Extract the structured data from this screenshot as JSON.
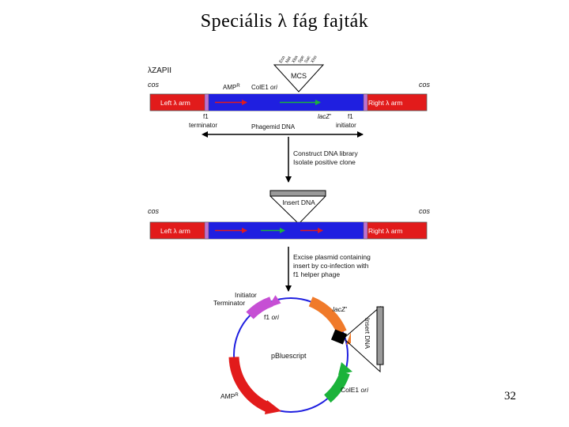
{
  "slide": {
    "title": "Speciális λ fág fajták",
    "page_number": "32"
  },
  "colors": {
    "blue": "#1f1fe0",
    "red": "#e21b1b",
    "pink": "#c070d0",
    "green": "#1bb33a",
    "orange": "#f07a2a",
    "purple": "#c64fd4",
    "grey": "#9a9a9a"
  },
  "vector": {
    "name": "λZAPII",
    "cos_left": "cos",
    "cos_right": "cos",
    "amp": "AMP",
    "amp_sup": "R",
    "cole1": "ColE1 ",
    "cole1_ori": "ori",
    "mcs": "MCS",
    "mcs_sites": [
      "Eco",
      "Not",
      "Xba",
      "Spe",
      "Sac",
      "Xho"
    ],
    "left_arm": "Left λ arm",
    "right_arm": "Right λ arm",
    "f1_left": "f1",
    "f1_terminator": "terminator",
    "lacz": "lacZ'",
    "phagemid": "Phagemid DNA",
    "f1_right": "f1",
    "f1_initiator": "initiator"
  },
  "step1": {
    "line1": "Construct DNA library",
    "line2": "Isolate positive clone"
  },
  "insert": {
    "label": "Insert DNA",
    "cos_left": "cos",
    "cos_right": "cos",
    "left_arm": "Left λ arm",
    "right_arm": "Right λ arm"
  },
  "step2": {
    "line1": "Excise plasmid containing",
    "line2": "insert by co-infection with",
    "line3": "f1 helper phage"
  },
  "plasmid": {
    "name": "pBluescript",
    "initiator": "Initiator",
    "terminator": "Terminator",
    "f1": "f1 ",
    "f1_ori": "ori",
    "lacz": "lacZ'",
    "insert": "Insert DNA",
    "cole1": "ColE1 ",
    "cole1_ori": "ori",
    "amp": "AMP",
    "amp_sup": "R"
  }
}
